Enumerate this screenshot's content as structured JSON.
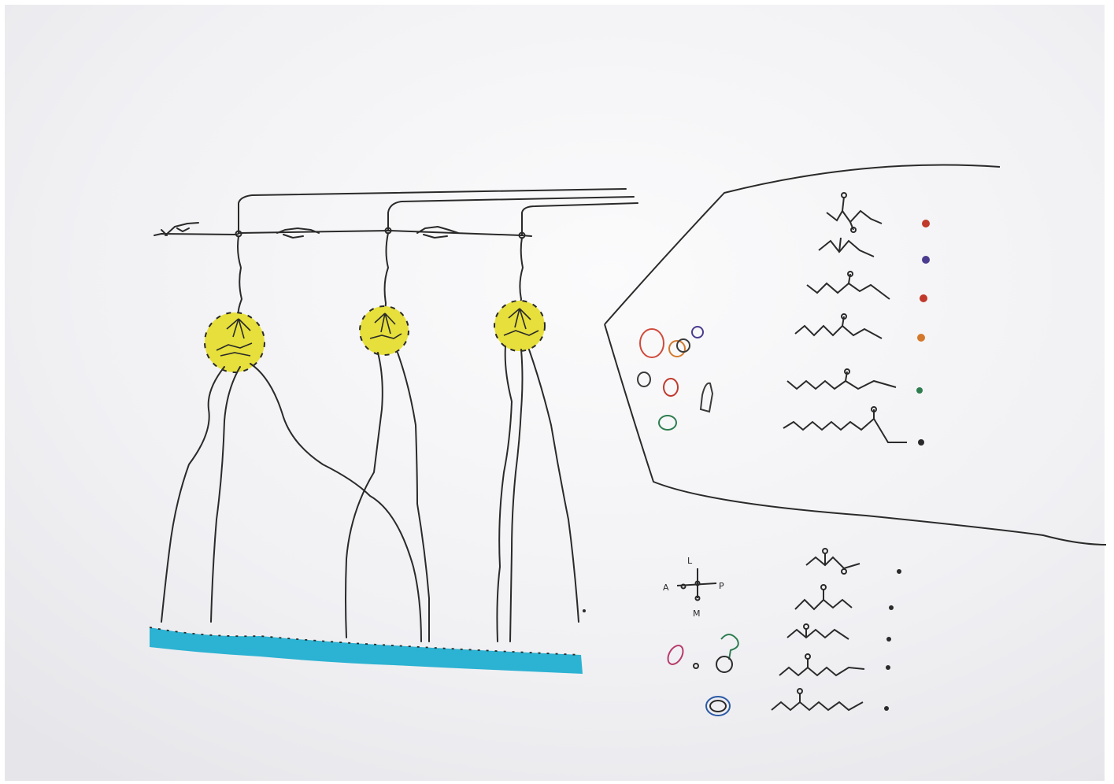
{
  "diagram": {
    "axis_letters": {
      "top": "L",
      "left": "A",
      "right": "P",
      "bottom": "M"
    },
    "colors": {
      "background": "#ffffff",
      "paper": "#f3f3f5",
      "ink": "#2a2a2a",
      "glomerulus_fill": "#e6df3c",
      "epithelium_fill": "#2cb2d2",
      "dot_colors": [
        "#c0392b",
        "#4b3c8f",
        "#c0392b",
        "#d4782c",
        "#2e7d4f",
        "#2a2a2a"
      ]
    }
  }
}
